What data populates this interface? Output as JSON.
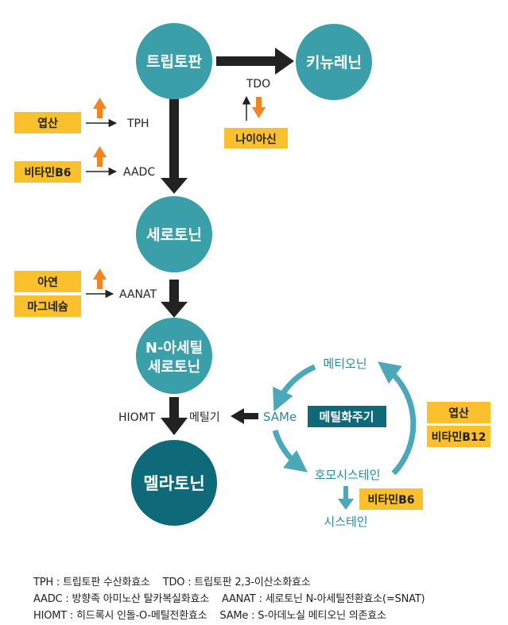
{
  "nodes": {
    "tryptophan": "트립토판",
    "kynurenine": "키뉴레닌",
    "serotonin": "세로토닌",
    "n_acetyl_line1": "N-아세틸",
    "n_acetyl_line2": "세로토닌",
    "melatonin": "멜라토닌"
  },
  "enzymes": {
    "tdo": "TDO",
    "tph": "TPH",
    "aadc": "AADC",
    "aanat": "AANAT",
    "hiomt": "HIOMT"
  },
  "cofactors": {
    "folate_1": "엽산",
    "vitamin_b6_1": "비타민B6",
    "niacin": "나이아신",
    "zinc": "아연",
    "magnesium": "마그네슘",
    "folate_2": "엽산",
    "vitamin_b12": "비타민B12",
    "vitamin_b6_2": "비타민B6"
  },
  "methylation_cycle": {
    "methionine": "메티오닌",
    "same": "SAMe",
    "cycle_label": "메틸화주기",
    "homocysteine": "호모시스테인",
    "cysteine": "시스테인",
    "methyl_group": "메틸기"
  },
  "legend": {
    "row1": [
      {
        "abbr": "TPH",
        "desc": "트립토판 수산화효소"
      },
      {
        "abbr": "TDO",
        "desc": "트립토판 2,3-이산소화효소"
      }
    ],
    "row2": [
      {
        "abbr": "AADC",
        "desc": "방향족 아미노산 탈카복실화효소"
      },
      {
        "abbr": "AANAT",
        "desc": "세로토닌 N-아세틸전환효소(=SNAT)"
      }
    ],
    "row3": [
      {
        "abbr": "HIOMT",
        "desc": "히드록시 인돌-O-메틸전환효소"
      },
      {
        "abbr": "SAMe",
        "desc": "S-아데노실 메티오닌 의존효소"
      }
    ]
  },
  "colors": {
    "circle_teal": "#3a9fa8",
    "melatonin_teal": "#0e6a78",
    "box_yellow": "#fbc02d",
    "up_down_orange": "#f28422",
    "cycle_teal": "#4aa8b8",
    "arrow_dark": "#222222"
  }
}
